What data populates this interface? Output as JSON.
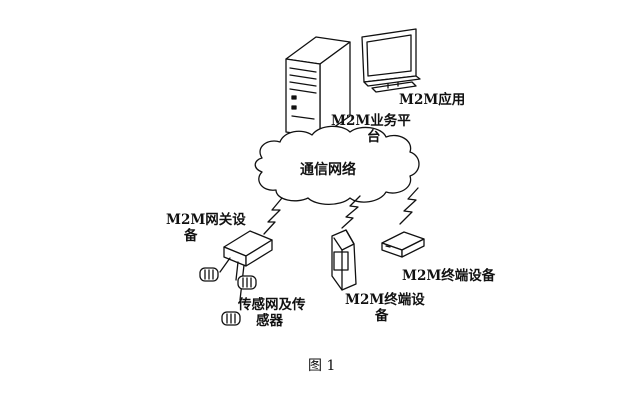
{
  "labels": {
    "m2m_app": "M2M应用",
    "m2m_platform": [
      "M2M业务平",
      "台"
    ],
    "comm_network": "通信网络",
    "m2m_gateway": [
      "M2M网关设",
      "备"
    ],
    "sensor_network": [
      "传感网及传",
      "感器"
    ],
    "m2m_terminal_1": [
      "M2M终端设",
      "备"
    ],
    "m2m_terminal_2": "M2M终端设备",
    "caption": "图 1"
  },
  "icons": {
    "server": "server-tower-icon",
    "monitor": "monitor-icon",
    "cloud": "cloud-icon",
    "gateway": "gateway-box-icon",
    "sensor": "sensor-icon",
    "phone": "mobile-phone-icon",
    "terminal_box": "terminal-box-icon",
    "wireless": "lightning-bolt-icon"
  },
  "colors": {
    "ink": "#111111",
    "background": "#ffffff"
  }
}
